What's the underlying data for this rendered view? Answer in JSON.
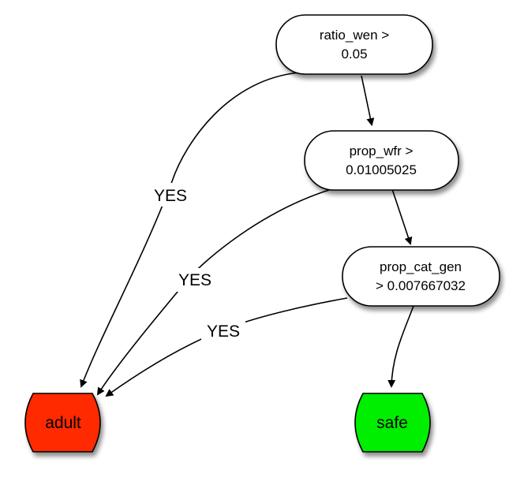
{
  "nodes": {
    "ratio_wen": {
      "line1": "ratio_wen >",
      "line2": "0.05"
    },
    "prop_wfr": {
      "line1": "prop_wfr >",
      "line2": "0.01005025"
    },
    "prop_cat_gen": {
      "line1": "prop_cat_gen",
      "line2": "> 0.007667032"
    },
    "adult": {
      "label": "adult",
      "color": "#ff2a00"
    },
    "safe": {
      "label": "safe",
      "color": "#00ee00"
    }
  },
  "edges": {
    "ratio_wen_yes": {
      "label": "YES"
    },
    "prop_wfr_yes": {
      "label": "YES"
    },
    "prop_cat_gen_yes": {
      "label": "YES"
    }
  }
}
